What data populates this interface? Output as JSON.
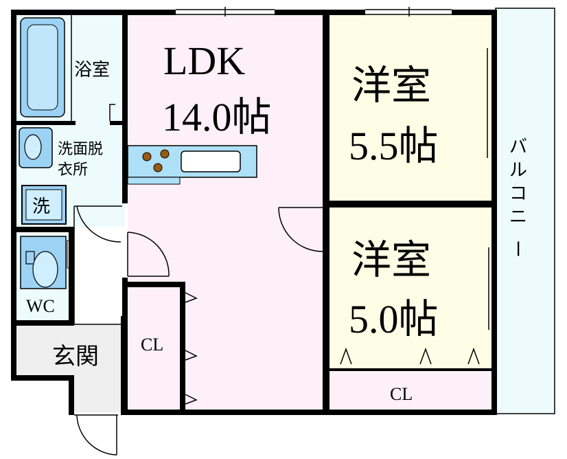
{
  "floor_plan": {
    "rooms": {
      "ldk": {
        "name": "LDK",
        "size": "14.0帖",
        "fill": "#fdf0f8"
      },
      "western1": {
        "name": "洋室",
        "size": "5.5帖",
        "fill": "#fefee6"
      },
      "western2": {
        "name": "洋室",
        "size": "5.0帖",
        "fill": "#fefee6"
      },
      "bath": {
        "name": "浴室",
        "fill": "#edfbfd"
      },
      "washroom": {
        "name_line1": "洗面脱",
        "name_line2": "衣所",
        "fill": "#edfbfd"
      },
      "laundry": {
        "name": "洗"
      },
      "wc": {
        "name": "WC",
        "fill": "#edfbfd"
      },
      "entrance": {
        "name": "玄関",
        "fill": "#efefef"
      },
      "closet_ldk": {
        "name": "CL",
        "fill": "#fdf0f8"
      },
      "closet_western": {
        "name": "CL",
        "fill": "#fdf0f8"
      },
      "balcony": {
        "name_chars": [
          "バ",
          "ル",
          "コ",
          "ニ",
          "ー"
        ],
        "fill": "#edfbfd"
      }
    },
    "colors": {
      "wall": "#000000",
      "fixture_blue": "#9cd3f5",
      "counter_blue": "#aee0f8",
      "burner": "#9a5a10"
    }
  }
}
